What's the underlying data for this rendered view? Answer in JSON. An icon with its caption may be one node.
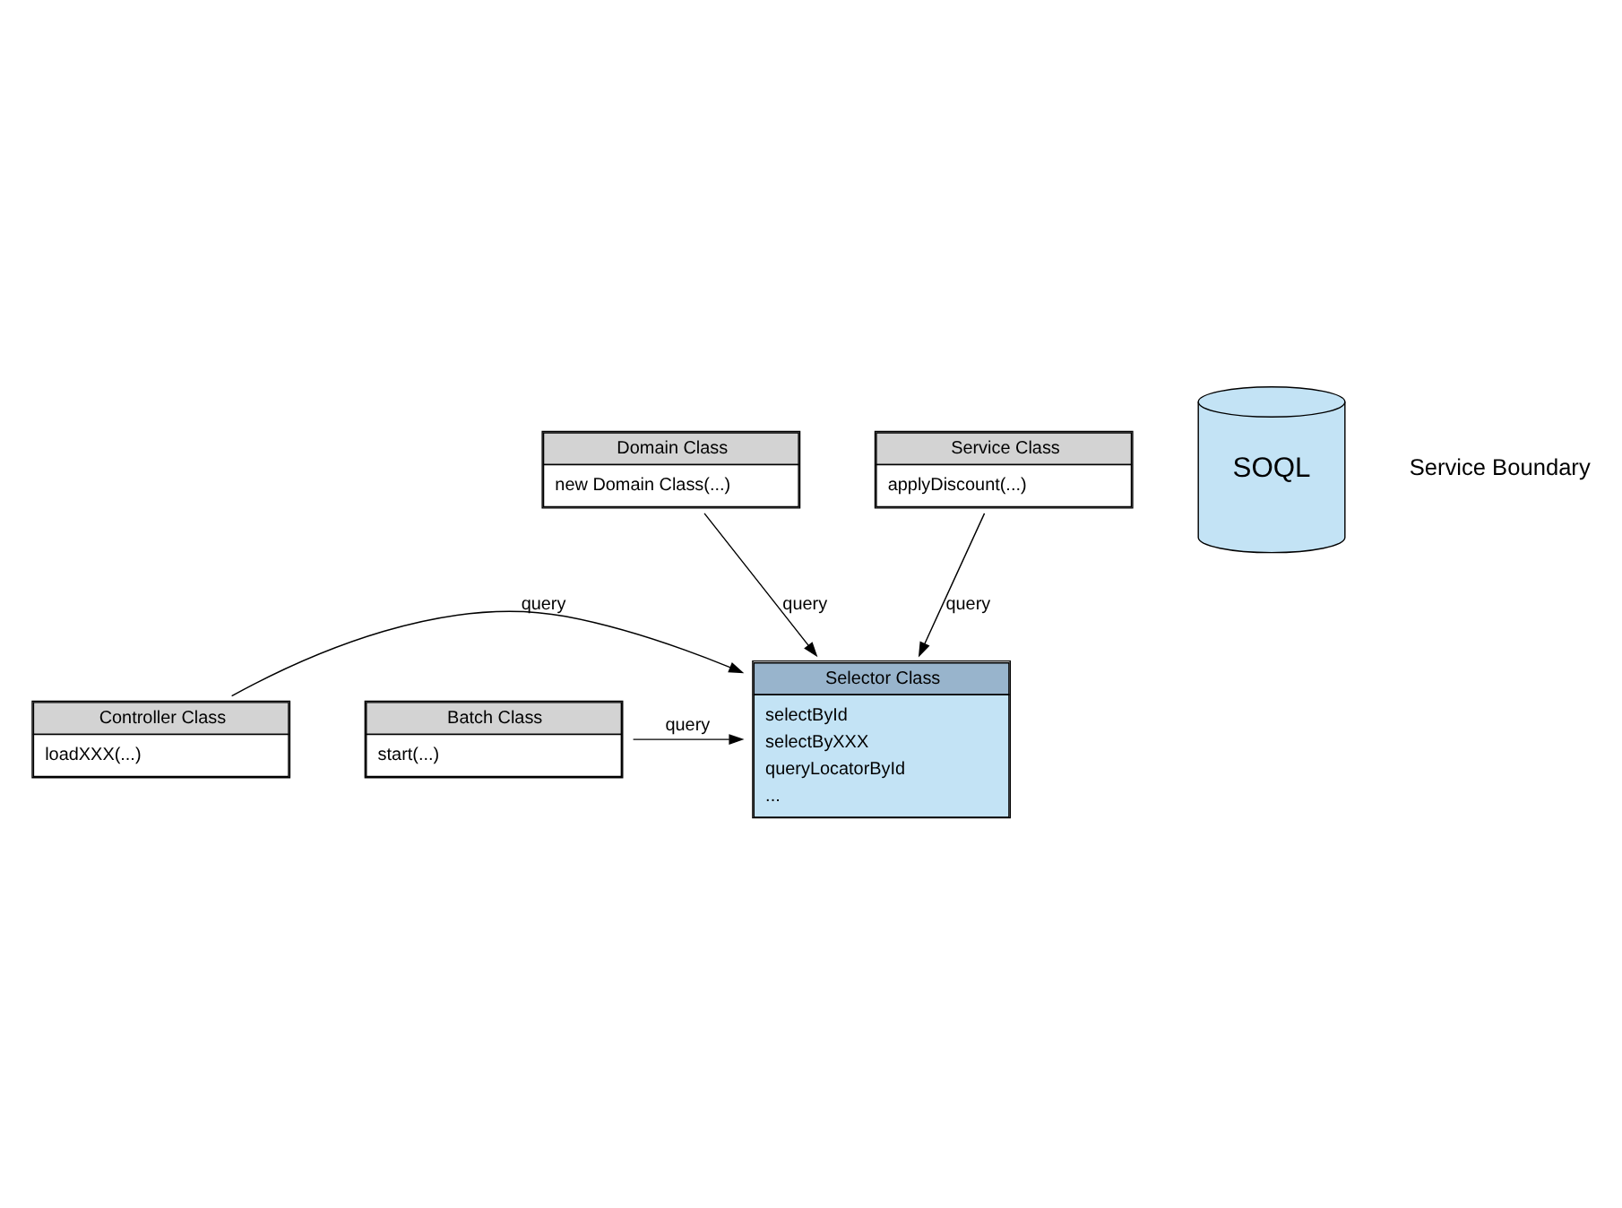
{
  "diagram": {
    "nodes": [
      {
        "text": [
          "Domain Class",
          "new Domain Class(...)"
        ]
      },
      {
        "text": [
          "Service Class",
          "applyDiscount(...)"
        ]
      },
      {
        "text": [
          "Selector Class",
          "selectById",
          "selectByXXX",
          "queryLocatorById",
          "..."
        ]
      },
      {
        "text": [
          "Controller Class",
          "loadXXX(...)"
        ]
      },
      {
        "text": [
          "Batch Class",
          "start(...)"
        ]
      },
      {
        "text": [
          "SOQL"
        ]
      }
    ],
    "edges": [
      {
        "from": 0,
        "to": 2,
        "arrow": "to",
        "label": "query"
      },
      {
        "from": 1,
        "to": 2,
        "arrow": "to",
        "label": "query"
      },
      {
        "from": 3,
        "to": 2,
        "arrow": "to",
        "label": "query"
      },
      {
        "from": 4,
        "to": 2,
        "arrow": "to",
        "label": "query"
      }
    ],
    "labels": [
      "Service Boundary"
    ]
  }
}
